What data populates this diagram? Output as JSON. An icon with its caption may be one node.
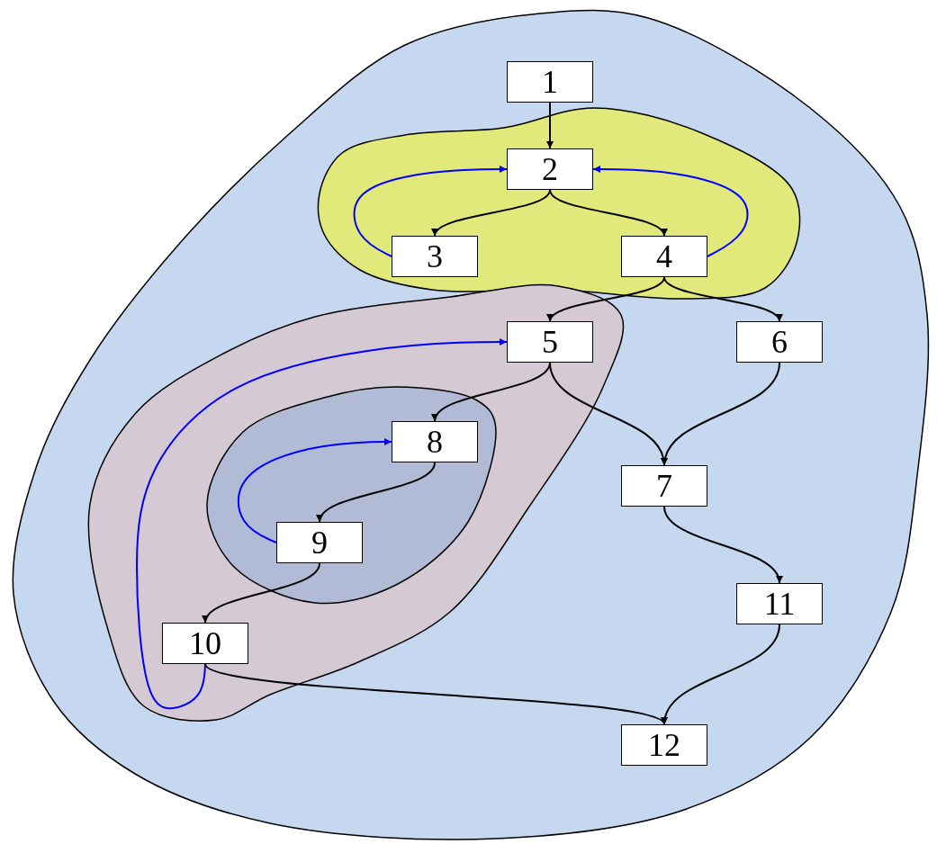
{
  "diagram": {
    "nodes": [
      {
        "text": [],
        "shape": "cloud"
      },
      {
        "text": [
          "1"
        ],
        "in": 0
      },
      {
        "text": [],
        "shape": "cloud",
        "in": 0
      },
      {
        "text": [
          "2"
        ],
        "in": 2
      },
      {
        "text": [
          "3"
        ],
        "in": 2
      },
      {
        "text": [
          "4"
        ],
        "in": 2
      },
      {
        "text": [],
        "shape": "cloud",
        "in": 0
      },
      {
        "text": [
          "5"
        ],
        "in": 6
      },
      {
        "text": [
          "6"
        ],
        "in": 0
      },
      {
        "text": [],
        "shape": "cloud",
        "in": 6
      },
      {
        "text": [
          "8"
        ],
        "in": 9
      },
      {
        "text": [
          "9"
        ],
        "in": 9
      },
      {
        "text": [
          "10"
        ],
        "in": 6
      },
      {
        "text": [
          "7"
        ],
        "in": 0
      },
      {
        "text": [
          "11"
        ],
        "in": 0
      },
      {
        "text": [
          "12"
        ],
        "in": 0
      }
    ],
    "edges": [
      {
        "from": 1,
        "to": 3,
        "arrow": "to"
      },
      {
        "from": 3,
        "to": 4,
        "arrow": "to"
      },
      {
        "from": 3,
        "to": 5,
        "arrow": "to"
      },
      {
        "from": 4,
        "to": 3,
        "arrow": "to",
        "color": "#0000ff"
      },
      {
        "from": 5,
        "to": 3,
        "arrow": "to",
        "color": "#0000ff"
      },
      {
        "from": 5,
        "to": 7,
        "arrow": "to"
      },
      {
        "from": 5,
        "to": 8,
        "arrow": "to"
      },
      {
        "from": 7,
        "to": 10,
        "arrow": "to"
      },
      {
        "from": 7,
        "to": 13,
        "arrow": "to"
      },
      {
        "from": 8,
        "to": 13,
        "arrow": "to"
      },
      {
        "from": 10,
        "to": 11,
        "arrow": "to"
      },
      {
        "from": 11,
        "to": 10,
        "arrow": "to",
        "color": "#0000ff"
      },
      {
        "from": 11,
        "to": 12,
        "arrow": "to"
      },
      {
        "from": 12,
        "to": 7,
        "arrow": "to",
        "color": "#0000ff"
      },
      {
        "from": 12,
        "to": 15,
        "arrow": "to"
      },
      {
        "from": 13,
        "to": 14,
        "arrow": "to"
      },
      {
        "from": 14,
        "to": 15,
        "arrow": "to"
      }
    ]
  }
}
